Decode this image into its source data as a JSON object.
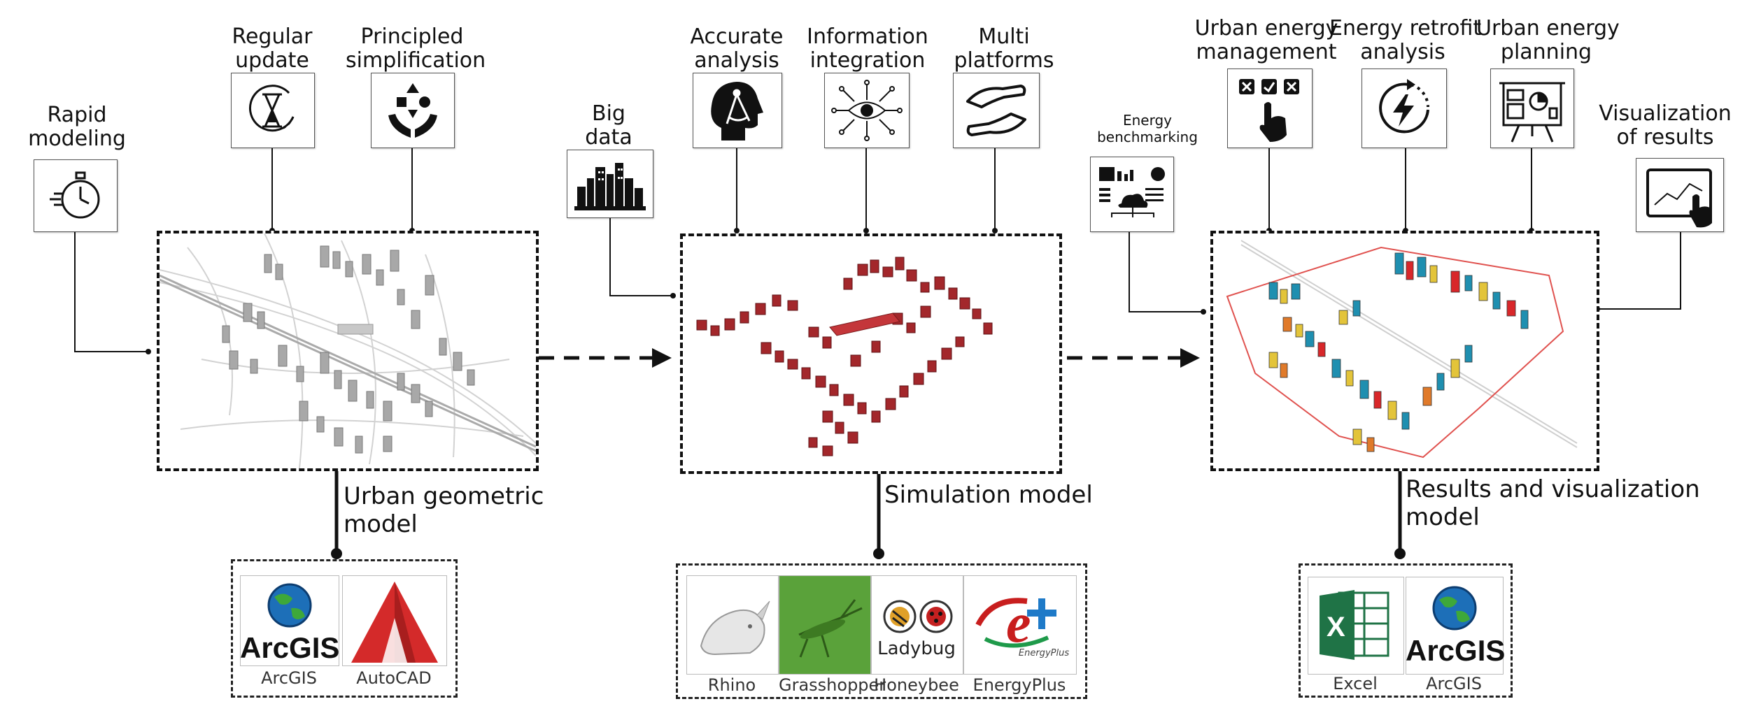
{
  "stage1": {
    "title_line1": "Urban geometric",
    "title_line2": "model",
    "features": [
      {
        "line1": "Rapid",
        "line2": "modeling",
        "icon": "stopwatch-icon"
      },
      {
        "line1": "Regular",
        "line2": "update",
        "icon": "hourglass-icon"
      },
      {
        "line1": "Principled",
        "line2": "simplification",
        "icon": "shapes-hands-icon"
      }
    ],
    "tools": [
      {
        "name": "ArcGIS",
        "logo_text": "ArcGIS"
      },
      {
        "name": "AutoCAD"
      }
    ]
  },
  "stage2": {
    "title": "Simulation model",
    "features": [
      {
        "line1": "Big",
        "line2": "data",
        "icon": "city-skyline-icon"
      },
      {
        "line1": "Accurate",
        "line2": "analysis",
        "icon": "head-compass-icon"
      },
      {
        "line1": "Information",
        "line2": "integration",
        "icon": "eye-network-icon"
      },
      {
        "line1": "Multi",
        "line2": "platforms",
        "icon": "hands-icon"
      }
    ],
    "tools": [
      {
        "name": "Rhino"
      },
      {
        "name": "Grasshopper"
      },
      {
        "name": "Honeybee",
        "logo_text": "Ladybug"
      },
      {
        "name": "EnergyPlus",
        "logo_text": "EnergyPlus"
      }
    ]
  },
  "stage3": {
    "title_line1": "Results and visualization",
    "title_line2": "model",
    "features": [
      {
        "line1": "Energy",
        "line2": "benchmarking",
        "icon": "dashboard-cloud-icon"
      },
      {
        "line1": "Urban energy",
        "line2": "management",
        "icon": "touch-checklist-icon"
      },
      {
        "line1": "Energy retrofit",
        "line2": "analysis",
        "icon": "power-cycle-icon"
      },
      {
        "line1": "Urban energy",
        "line2": "planning",
        "icon": "presentation-board-icon"
      },
      {
        "line1": "Visualization",
        "line2": "of results",
        "icon": "tablet-touch-icon"
      }
    ],
    "tools": [
      {
        "name": "Excel"
      },
      {
        "name": "ArcGIS",
        "logo_text": "ArcGIS"
      }
    ]
  },
  "colors": {
    "stroke": "#111111",
    "building_gray": "#9a9a9a",
    "building_red": "#a3272b",
    "autocad_red": "#d42a2a",
    "excel_green": "#1f7346",
    "grasshopper_green": "#5aa23a",
    "heat_blue": "#1f8fb0",
    "heat_yellow": "#e3c43a",
    "heat_red": "#d8272a",
    "heat_orange": "#e07a2a"
  }
}
